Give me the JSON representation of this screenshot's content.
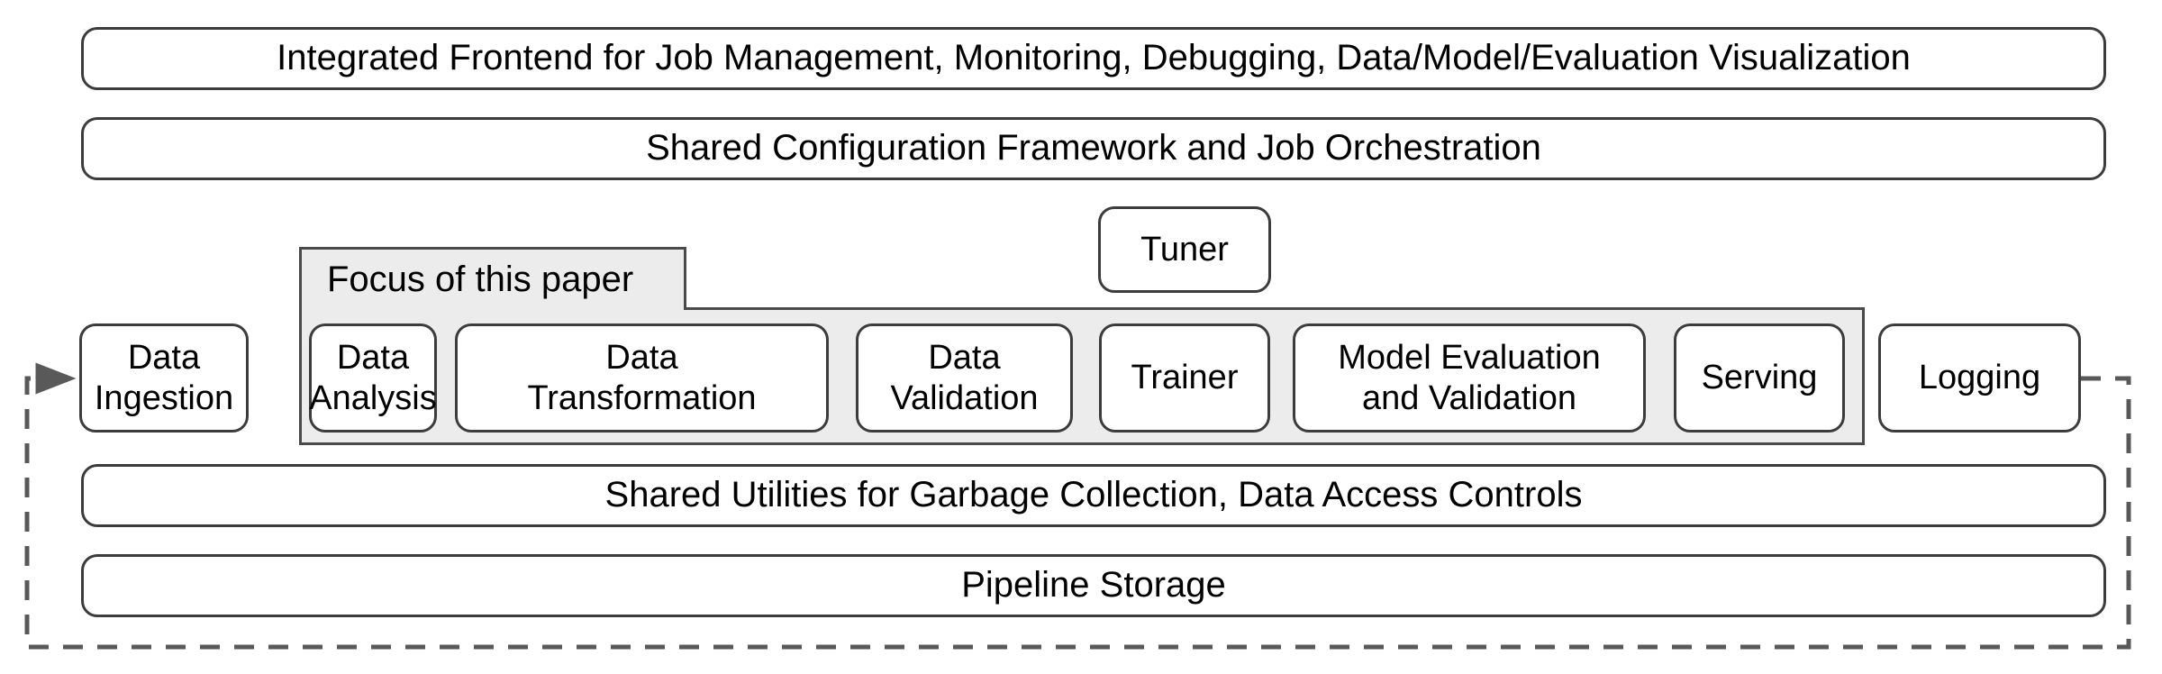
{
  "diagram": {
    "title": "TFX platform architecture",
    "colors": {
      "background": "#ffffff",
      "box_border": "#3c3c3c",
      "box_fill": "#ffffff",
      "focus_panel_fill": "#ececec",
      "focus_panel_border": "#4a4a4a",
      "feedback_line": "#595959",
      "text": "#000000"
    }
  },
  "top_layers": [
    {
      "id": "integrated-frontend",
      "label": "Integrated Frontend for Job Management, Monitoring, Debugging, Data/Model/Evaluation Visualization"
    },
    {
      "id": "shared-configuration",
      "label": "Shared Configuration Framework and Job Orchestration"
    }
  ],
  "bottom_layers": [
    {
      "id": "shared-utilities",
      "label": "Shared Utilities for Garbage Collection, Data Access Controls"
    },
    {
      "id": "pipeline-storage",
      "label": "Pipeline Storage"
    }
  ],
  "focus_group": {
    "tab_label": "Focus of this paper",
    "member_ids": [
      "data-analysis",
      "data-transformation",
      "data-validation",
      "trainer",
      "model-evaluation-and-validation",
      "serving"
    ]
  },
  "standalone": {
    "tuner": {
      "id": "tuner",
      "label": "Tuner"
    }
  },
  "pipeline": [
    {
      "id": "data-ingestion",
      "label": "Data\nIngestion",
      "in_focus": false
    },
    {
      "id": "data-analysis",
      "label": "Data\nAnalysis",
      "in_focus": true
    },
    {
      "id": "data-transformation",
      "label": "Data\nTransformation",
      "in_focus": true
    },
    {
      "id": "data-validation",
      "label": "Data\nValidation",
      "in_focus": true
    },
    {
      "id": "trainer",
      "label": "Trainer",
      "in_focus": true
    },
    {
      "id": "model-evaluation-and-validation",
      "label": "Model Evaluation\nand Validation",
      "in_focus": true
    },
    {
      "id": "serving",
      "label": "Serving",
      "in_focus": true
    },
    {
      "id": "logging",
      "label": "Logging",
      "in_focus": false
    }
  ],
  "feedback_loop": {
    "from": "logging",
    "to": "data-ingestion",
    "style": "dashed",
    "has_arrowhead": true
  }
}
